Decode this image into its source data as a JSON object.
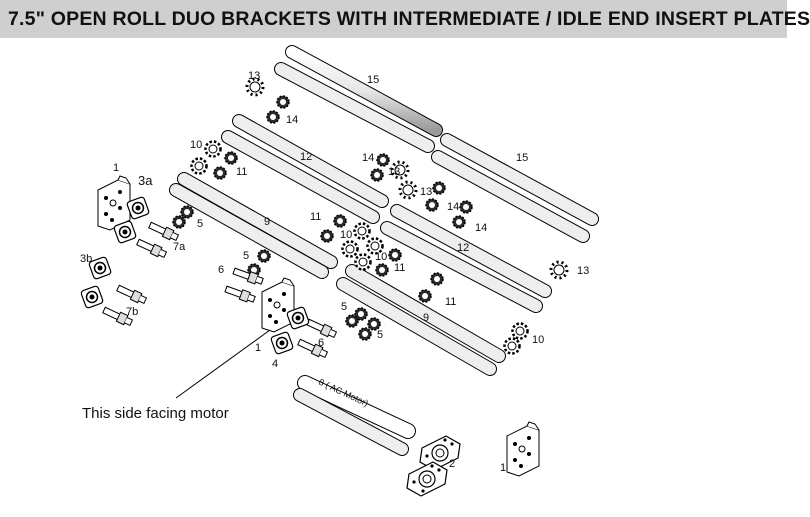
{
  "title": "7.5\" OPEN ROLL DUO BRACKETS WITH INTERMEDIATE / IDLE END INSERT PLATES",
  "caption": "This side facing motor",
  "motor_text": "8 ( AC Motor)",
  "labels": {
    "l1_top": "1",
    "l1_mid": "1",
    "l1_bot": "1",
    "l2": "2",
    "l3a": "3a",
    "l3b": "3b",
    "l4": "4",
    "l5_a": "5",
    "l5_b": "5",
    "l5_c": "5",
    "l5_d": "5",
    "l6_a": "6",
    "l6_b": "6",
    "l7a": "7a",
    "l7b": "7b",
    "l9_a": "9",
    "l9_b": "9",
    "l10_a": "10",
    "l10_b": "10",
    "l10_c": "10",
    "l10_d": "10",
    "l11_a": "11",
    "l11_b": "11",
    "l11_c": "11",
    "l11_d": "11",
    "l12_a": "12",
    "l12_b": "12",
    "l13_a": "13",
    "l13_b": "13",
    "l13_c": "13",
    "l13_d": "13",
    "l14_a": "14",
    "l14_b": "14",
    "l14_c": "14",
    "l14_d": "14",
    "l15_a": "15",
    "l15_b": "15"
  }
}
